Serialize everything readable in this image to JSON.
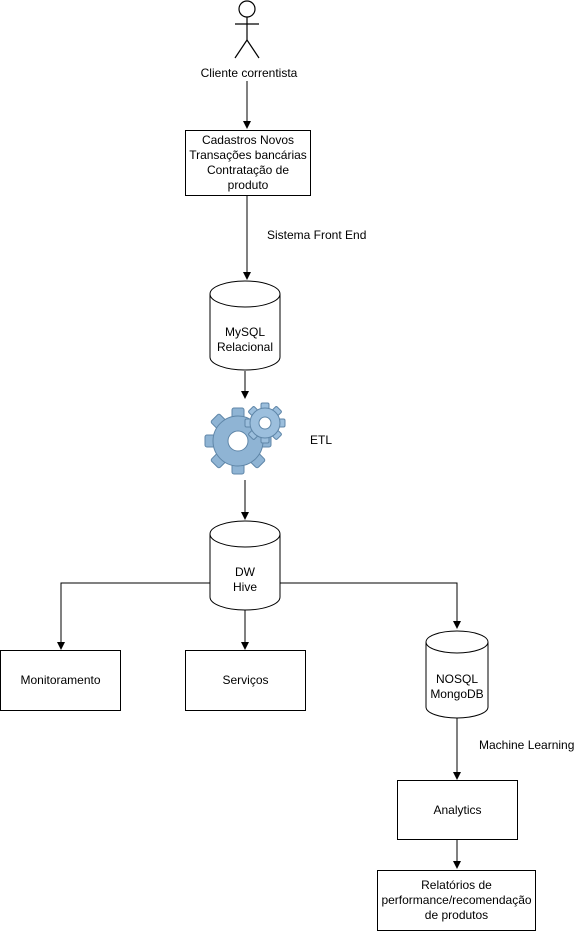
{
  "actor": {
    "label": "Cliente correntista"
  },
  "frontend_box": {
    "text": "Cadastros Novos\nTransações bancárias\nContratação de produto"
  },
  "frontend_edge": {
    "label": "Sistema Front End"
  },
  "mysql": {
    "text": "MySQL\nRelacional"
  },
  "etl": {
    "label": "ETL",
    "icon": "gears-icon"
  },
  "dw": {
    "text": "DW\nHive"
  },
  "monitoramento": {
    "text": "Monitoramento"
  },
  "servicos": {
    "text": "Serviços"
  },
  "nosql": {
    "text": "NOSQL\nMongoDB"
  },
  "ml_edge": {
    "label": "Machine Learning"
  },
  "analytics": {
    "text": "Analytics"
  },
  "relatorios": {
    "text": "Relatórios de\nperformance/recomendação\nde produtos"
  },
  "colors": {
    "stroke": "#000000",
    "gear": "#8fb4d4",
    "gear_dark": "#5f86a8"
  }
}
